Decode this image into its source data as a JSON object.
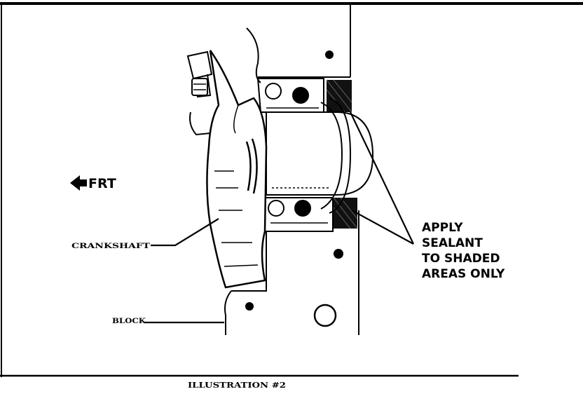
{
  "labels": {
    "front": "FRT",
    "crankshaft": "CRANKSHAFT",
    "block": "BLOCK",
    "note_lines": [
      "APPLY",
      "SEALANT",
      "TO SHADED",
      "AREAS ONLY"
    ],
    "caption": "ILLUSTRATION #2"
  },
  "icons": {
    "front_arrow": "arrow-left-icon"
  },
  "colors": {
    "ink": "#000000",
    "paper": "#ffffff"
  }
}
